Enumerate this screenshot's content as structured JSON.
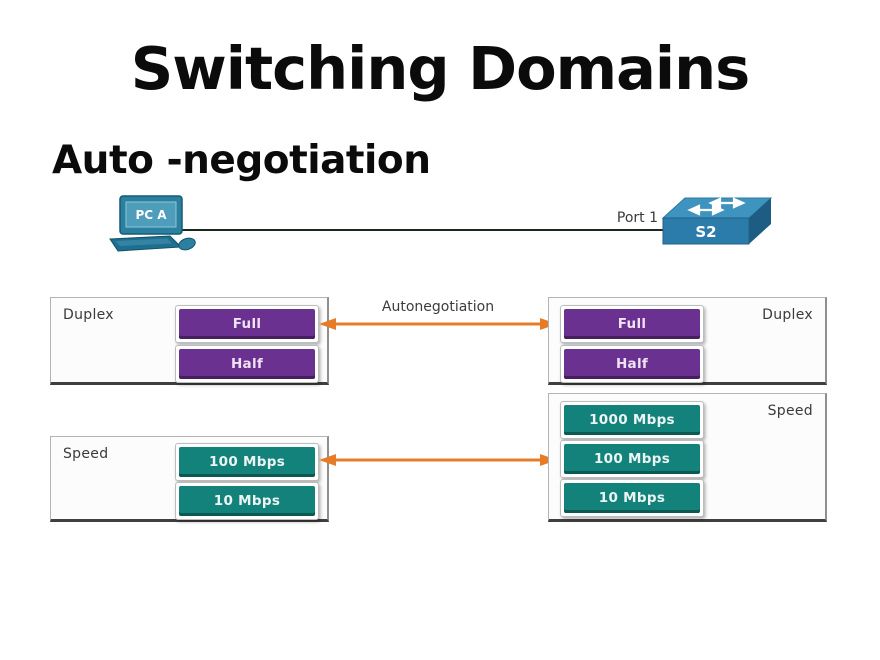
{
  "slide": {
    "title": "Switching Domains",
    "subtitle": "Auto -negotiation"
  },
  "diagram": {
    "pc_label": "PC A",
    "port_label": "Port 1",
    "switch_label": "S2",
    "duplex": {
      "arrow_label": "Autonegotiation",
      "left": {
        "label": "Duplex",
        "options": [
          "Full",
          "Half"
        ]
      },
      "right": {
        "label": "Duplex",
        "options": [
          "Full",
          "Half"
        ]
      }
    },
    "speed": {
      "left": {
        "label": "Speed",
        "options": [
          "100 Mbps",
          "10 Mbps"
        ]
      },
      "right": {
        "label": "Speed",
        "options": [
          "1000 Mbps",
          "100 Mbps",
          "10 Mbps"
        ]
      }
    },
    "colors": {
      "option_purple": "#6a3191",
      "option_teal": "#12827a",
      "arrow_orange": "#e87c26",
      "switch_blue": "#2c7cab",
      "pc_teal": "#2b7f9f"
    }
  }
}
